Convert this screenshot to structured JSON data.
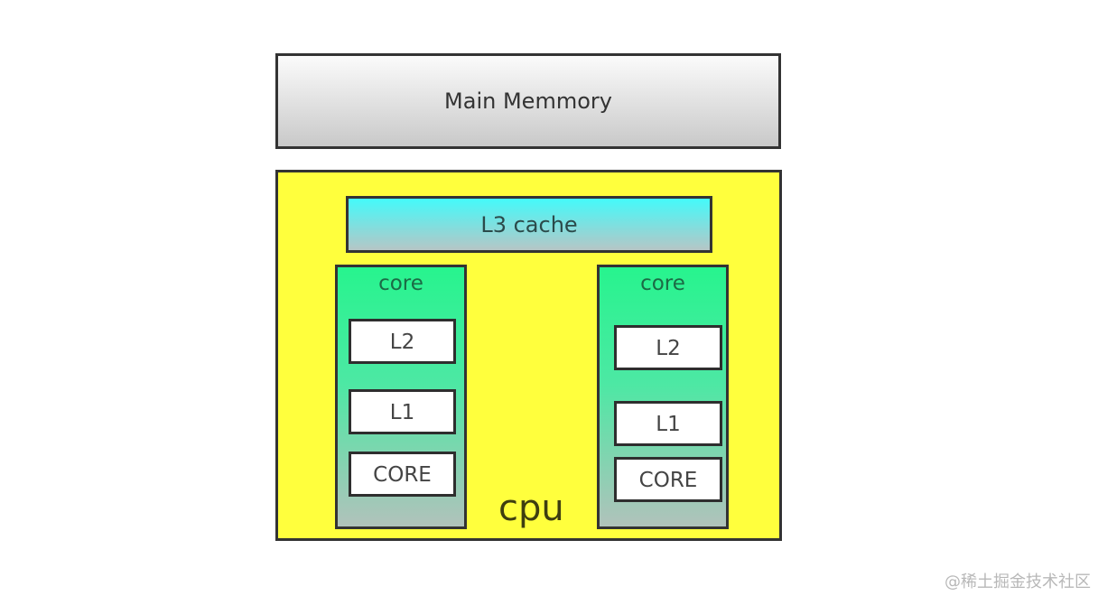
{
  "main_memory": {
    "label": "Main Memmory",
    "color_top": "#fbfbfb",
    "color_bottom": "#c9c9c9"
  },
  "cpu": {
    "label": "cpu",
    "color": "#ffff3d",
    "l3_cache": {
      "label": "L3  cache",
      "color_top": "#44fafa",
      "color_bottom": "#b6c6c6"
    },
    "cores": [
      {
        "label": "core",
        "units": [
          {
            "label": "L2"
          },
          {
            "label": "L1"
          },
          {
            "label": "CORE"
          }
        ]
      },
      {
        "label": "core",
        "units": [
          {
            "label": "L2"
          },
          {
            "label": "L1"
          },
          {
            "label": "CORE"
          }
        ]
      }
    ]
  },
  "watermark": "@稀土掘金技术社区"
}
